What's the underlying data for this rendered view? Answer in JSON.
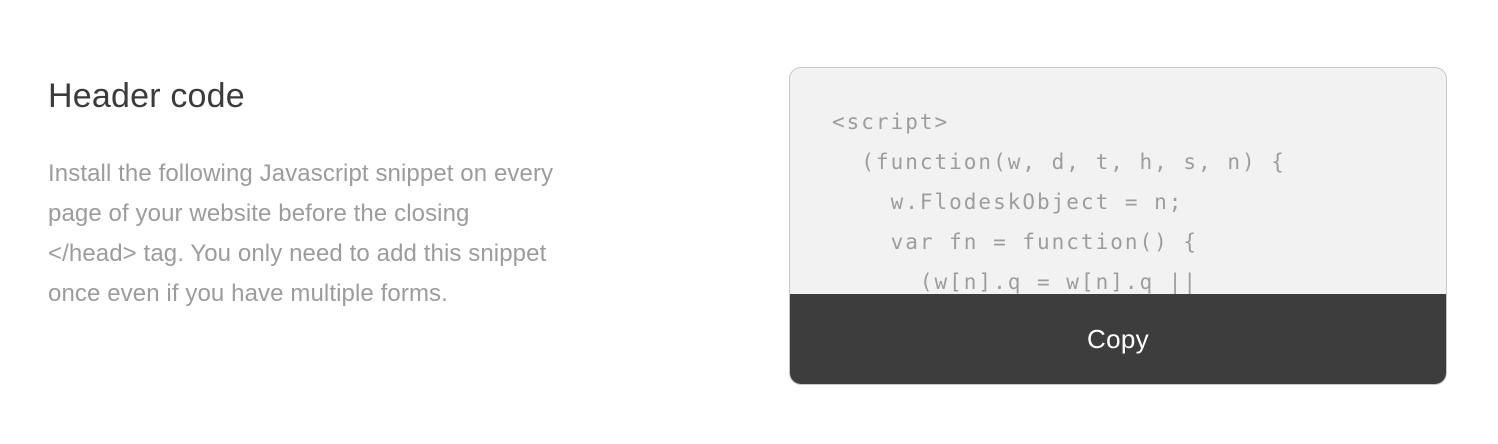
{
  "left_panel": {
    "title": "Header code",
    "description": "Install the following Javascript snippet on every page of your website before the closing </head> tag. You only need to add this snippet once even if you have multiple forms."
  },
  "code_card": {
    "code_lines": [
      "<script>",
      "  (function(w, d, t, h, s, n) {",
      "    w.FlodeskObject = n;",
      "    var fn = function() {",
      "      (w[n].q = w[n].q ||"
    ],
    "copy_button_label": "Copy"
  },
  "colors": {
    "page_background": "#ffffff",
    "title_text": "#3b3b3b",
    "description_text": "#9c9c9c",
    "card_background": "#f2f2f2",
    "card_border": "#c7c7c8",
    "code_text": "#9d9d9d",
    "copy_bar_background": "#3d3d3d",
    "copy_label_text": "#ffffff"
  }
}
